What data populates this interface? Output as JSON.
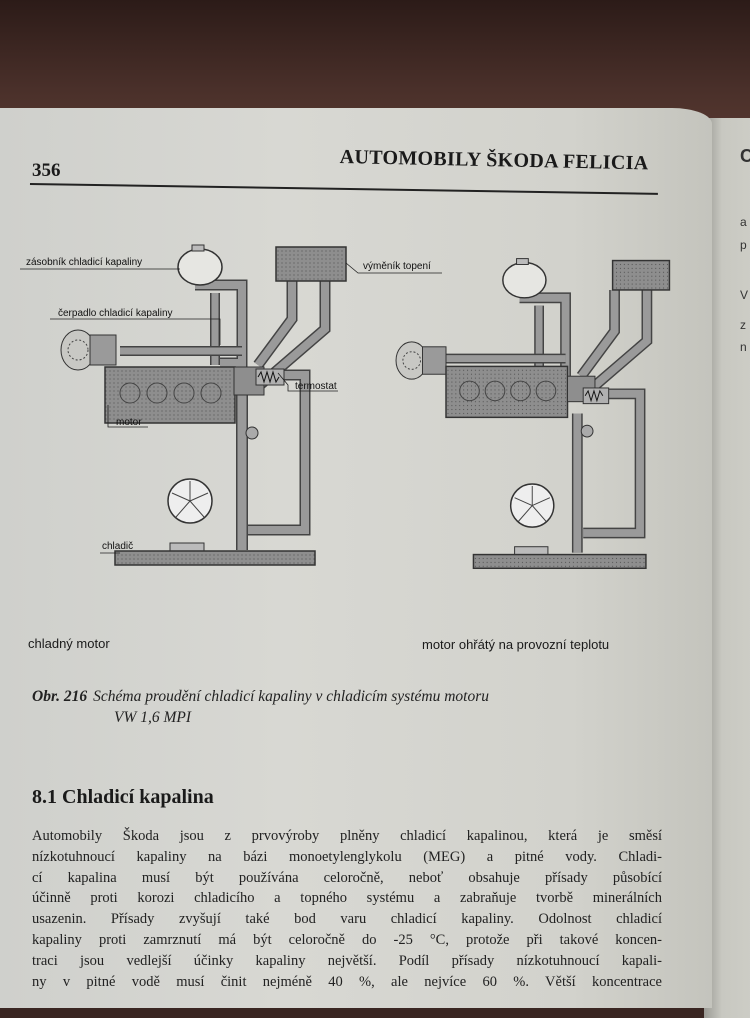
{
  "header": {
    "page_number": "356",
    "title": "AUTOMOBILY ŠKODA FELICIA"
  },
  "diagram": {
    "labels": {
      "reservoir": "zásobník chladicí kapaliny",
      "heater": "výměník topení",
      "pump": "čerpadlo chladicí kapaliny",
      "thermostat": "termostat",
      "engine": "motor",
      "radiator": "chladič"
    }
  },
  "captions": {
    "cold": "chladný motor",
    "warm": "motor ohřátý na provozní teplotu"
  },
  "figure": {
    "number": "Obr. 216",
    "text_line1": "Schéma proudění chladicí kapaliny v chladicím systému motoru",
    "text_line2": "VW 1,6 MPI"
  },
  "section": {
    "title": "8.1 Chladicí kapalina"
  },
  "body_lines": [
    "Automobily Škoda jsou z prvovýroby plněny chladicí kapalinou, která je směsí",
    "nízkotuhnoucí kapaliny na bázi monoetylenglykolu (MEG) a pitné vody. Chladi-",
    "cí kapalina musí být používána celoročně, neboť obsahuje přísady působící",
    "účinně proti korozi chladicího a topného systému a zabraňuje tvorbě minerálních",
    "usazenin. Přísady zvyšují také bod varu chladicí kapaliny. Odolnost chladicí",
    "kapaliny proti zamrznutí má být celoročně do -25 °C, protože při takové koncen-",
    "traci jsou vedlejší účinky kapaliny největší. Podíl přísady nízkotuhnoucí kapali-",
    "ny v pitné vodě musí činit nejméně 40 %, ale nejvíce 60 %. Větší koncentrace"
  ],
  "next_page_chars": [
    "C",
    "a",
    "p",
    "V",
    "z",
    "n"
  ]
}
